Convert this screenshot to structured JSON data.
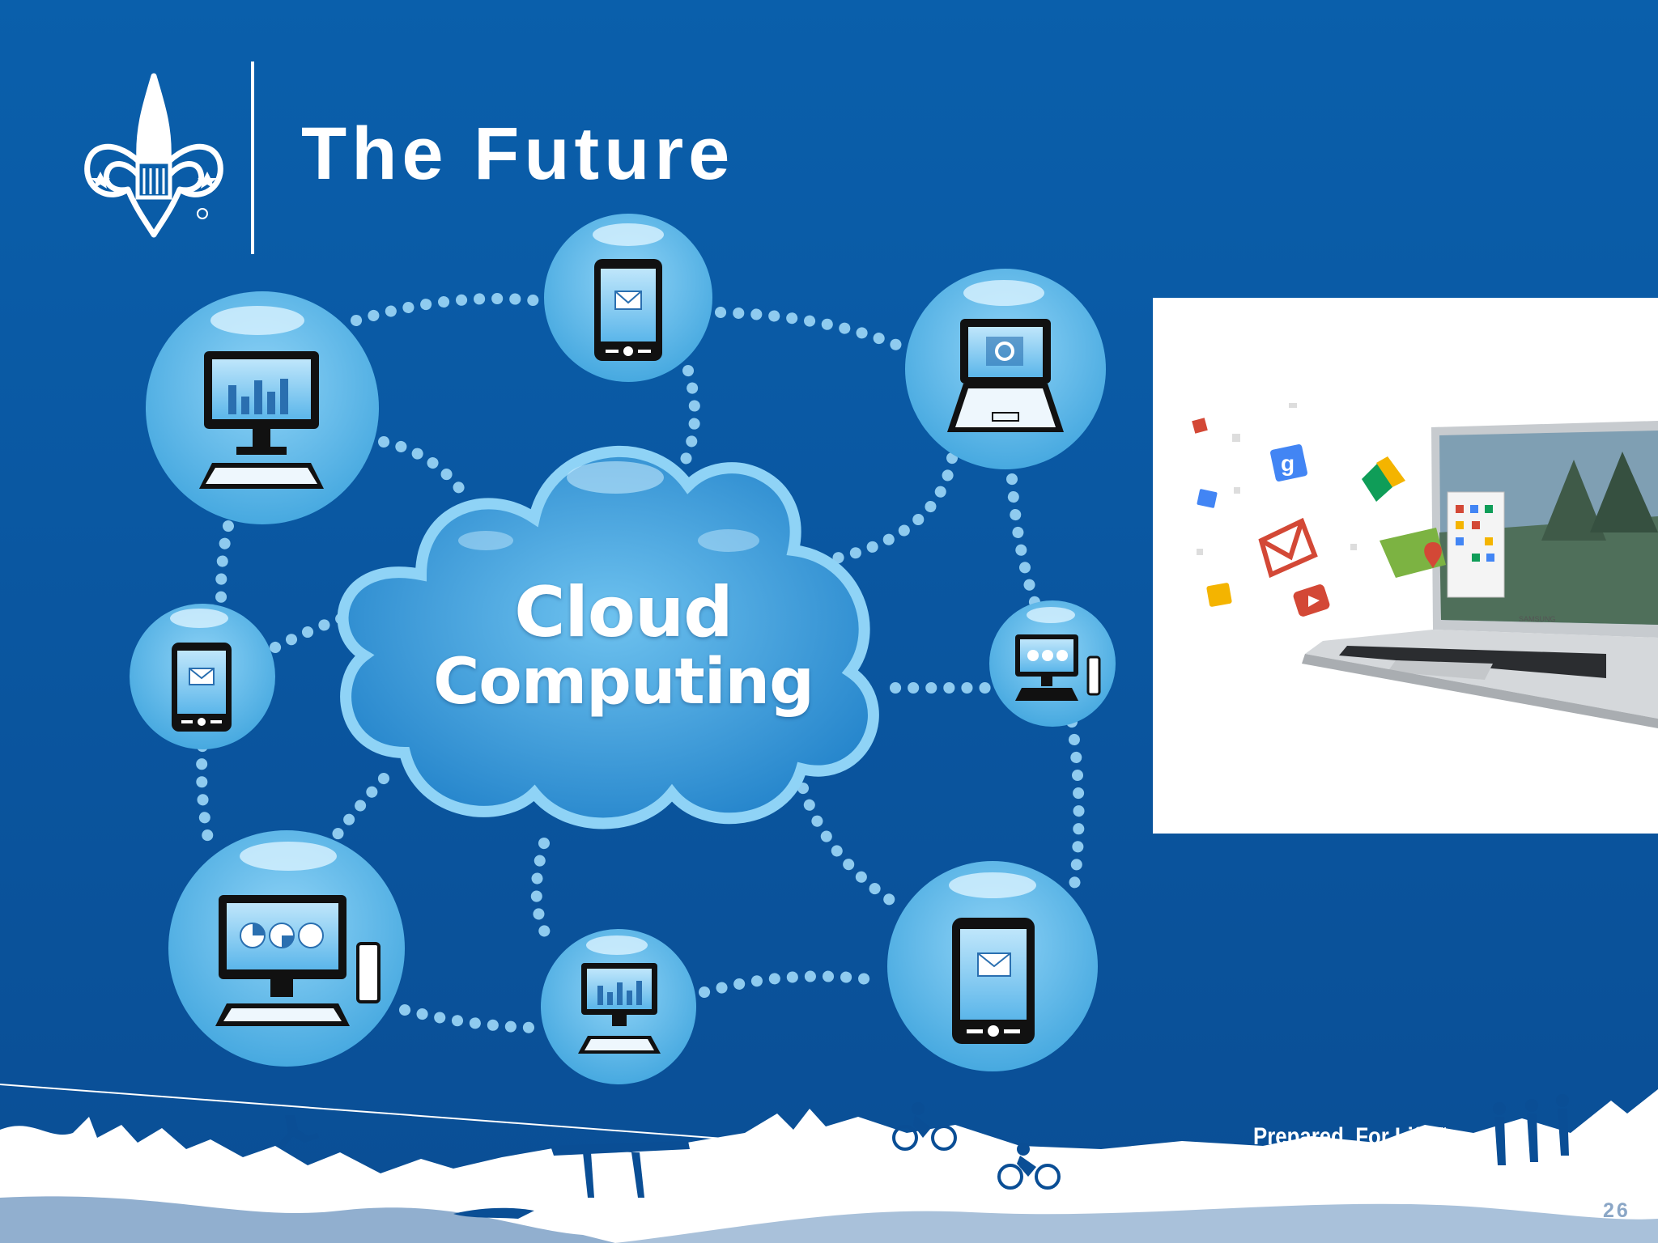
{
  "slide": {
    "title": "The Future",
    "tagline": "Prepared. For Life.",
    "tagline_mark": "™",
    "page_number": "26"
  },
  "diagram": {
    "center_line1": "Cloud",
    "center_line2": "Computing",
    "devices": [
      "desktop-bar-chart-icon",
      "smartphone-email-icon",
      "laptop-sync-icon",
      "smartphone-email-icon",
      "desktop-pie-chart-icon",
      "desktop-pie-chart-tower-icon",
      "desktop-bar-chart-icon",
      "tablet-email-icon"
    ]
  },
  "photo": {
    "laptop_brand": "SAMSUNG"
  },
  "colors": {
    "background": "#0a57a1",
    "bubble": "#5fb7e6",
    "cloud": "#2f8fd4",
    "dots": "#8fcbef",
    "white": "#ffffff"
  }
}
